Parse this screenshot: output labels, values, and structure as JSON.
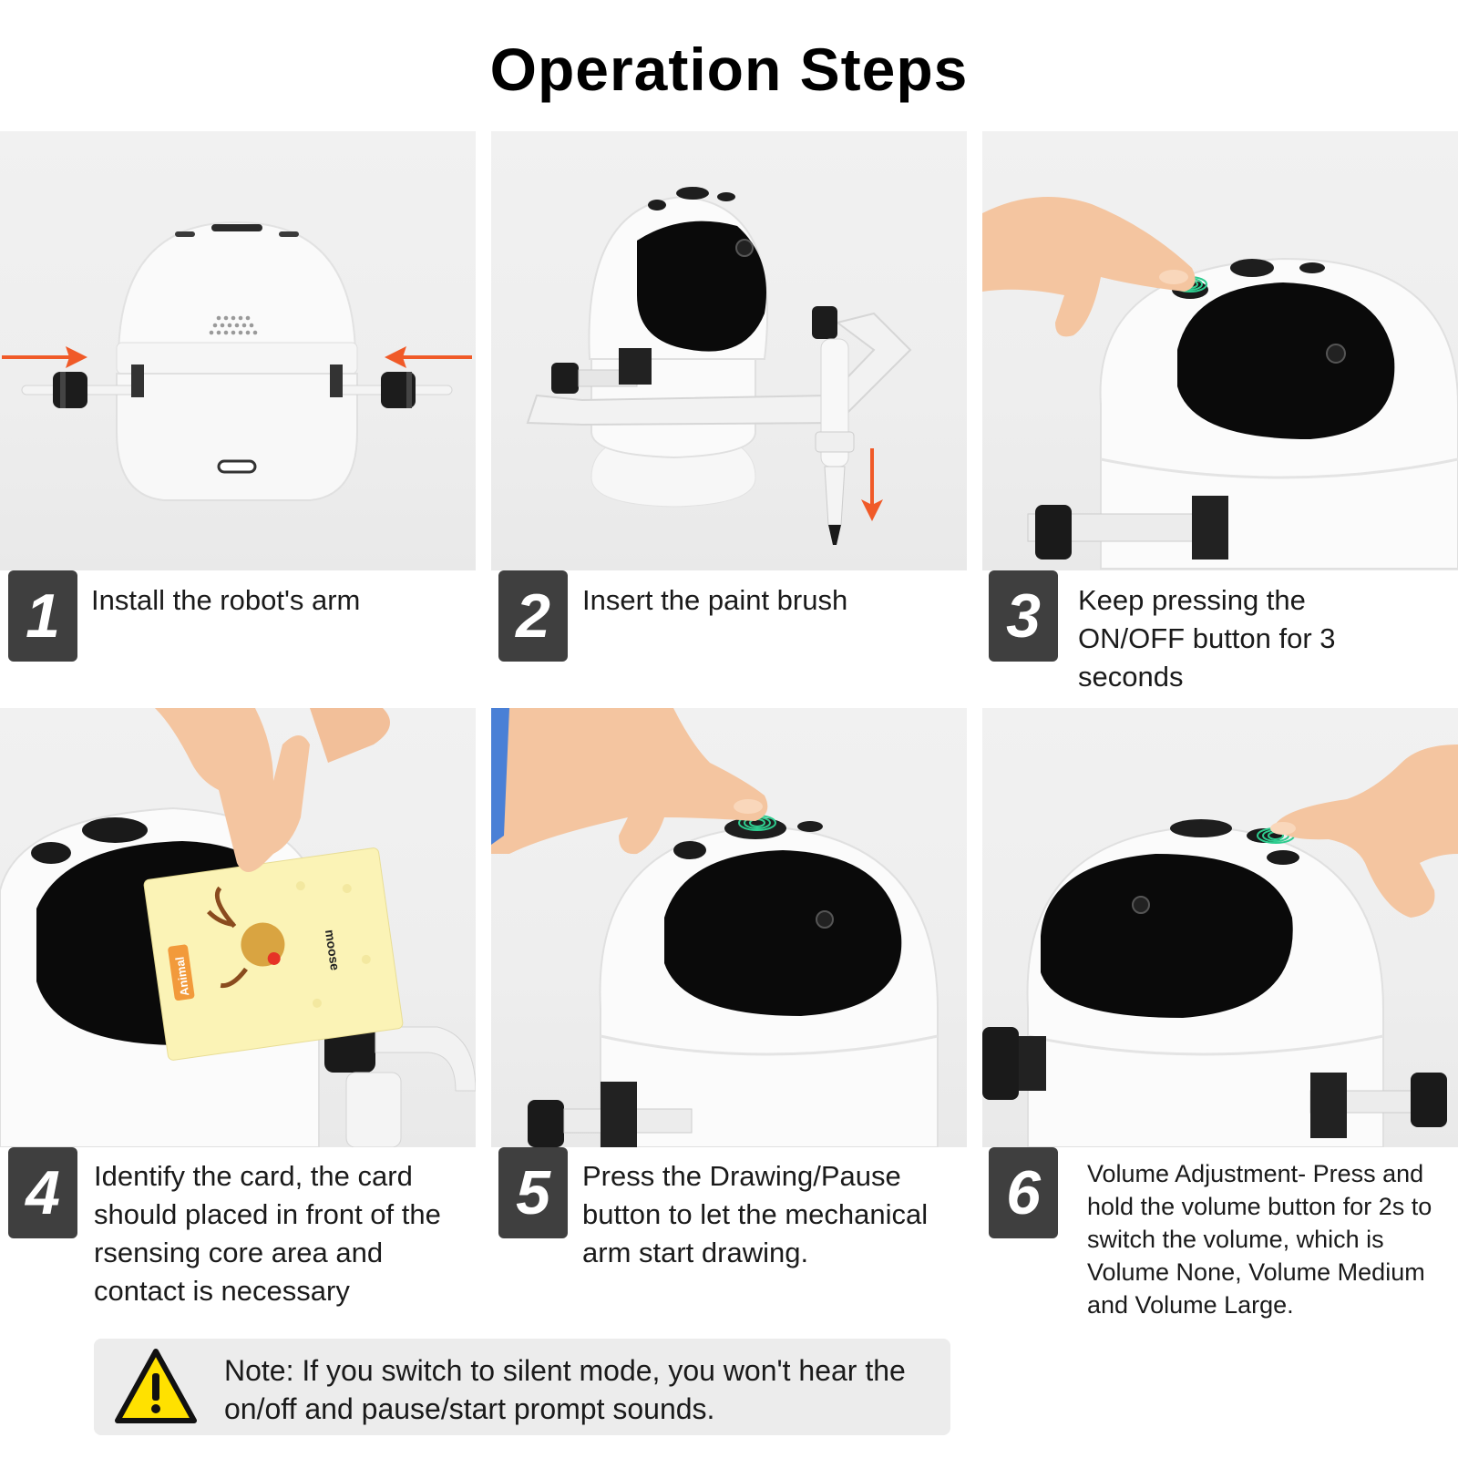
{
  "title": "Operation Steps",
  "steps": [
    {
      "number": "1",
      "text": "Install the robot's arm"
    },
    {
      "number": "2",
      "text": "Insert the paint brush"
    },
    {
      "number": "3",
      "text": "Keep pressing the ON/OFF button for 3 seconds"
    },
    {
      "number": "4",
      "text": "Identify the card, the card should placed in front of the rsensing core area and contact is necessary"
    },
    {
      "number": "5",
      "text": "Press the Drawing/Pause button to let the mechanical arm start drawing."
    },
    {
      "number": "6",
      "text": "Volume Adjustment- Press and hold the volume button for 2s to switch the volume, which is Volume None, Volume Medium and Volume Large."
    }
  ],
  "card": {
    "word": "moose",
    "category": "Animal"
  },
  "note": "Note: If you switch to silent mode, you won't hear the on/off and pause/start prompt sounds.",
  "colors": {
    "badge": "#3f3f3f",
    "arrow": "#f05a28",
    "warning": "#ffe100",
    "fingerprint": "#2ecc8f"
  }
}
